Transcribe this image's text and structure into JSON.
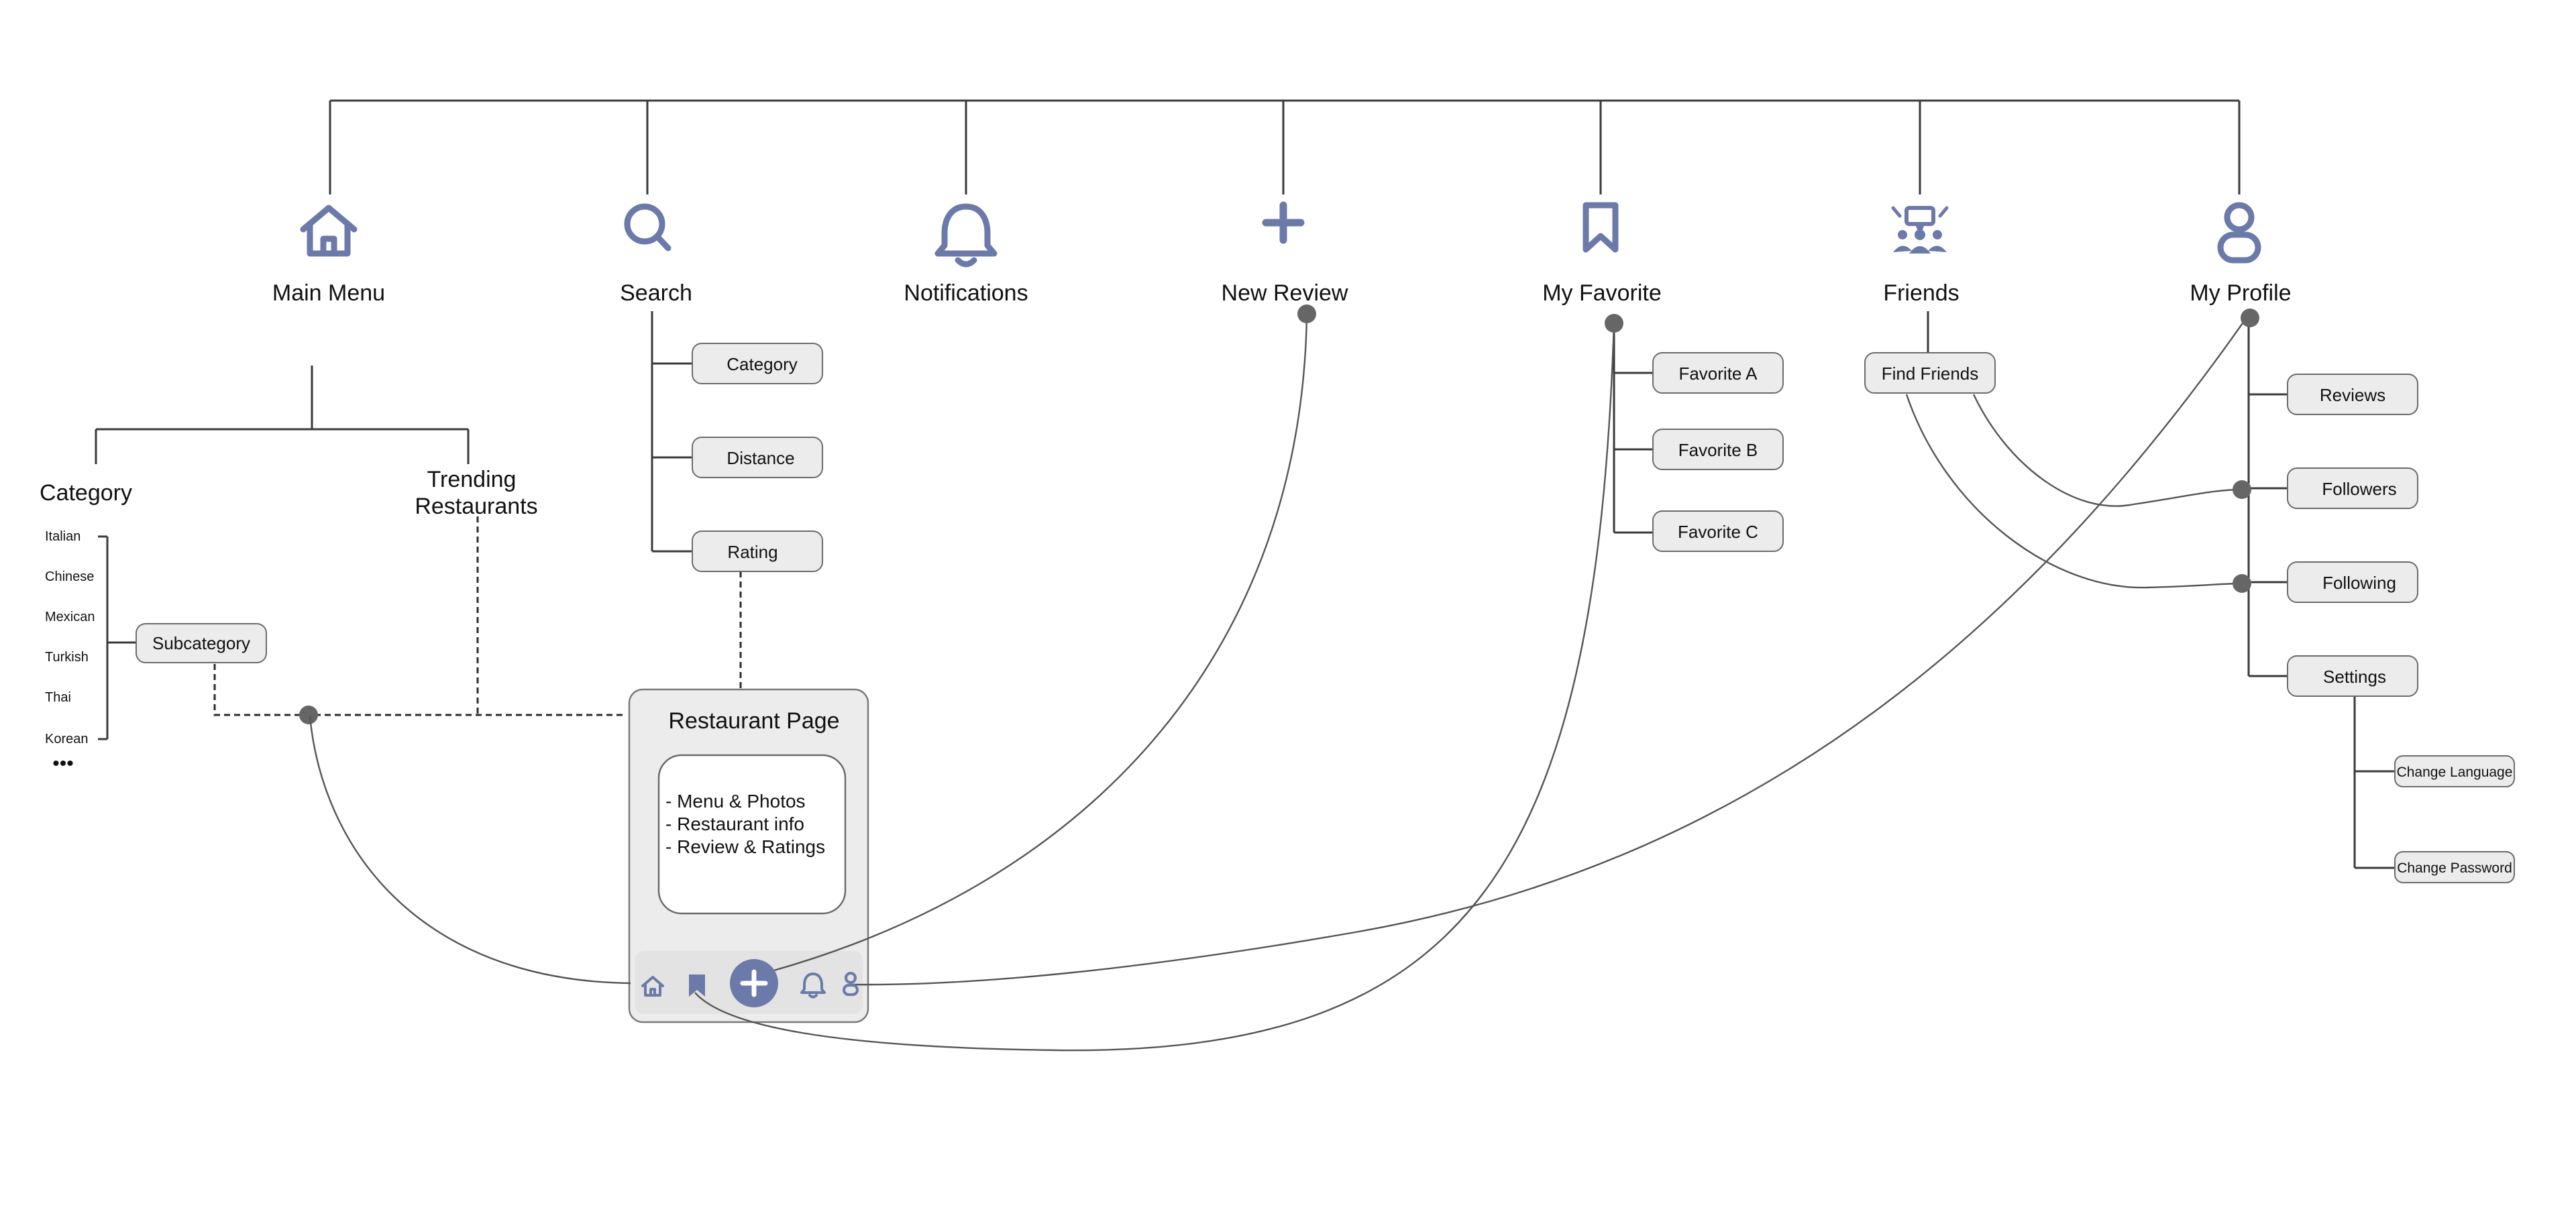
{
  "top_nodes": [
    {
      "label": "Main Menu",
      "icon": "house-icon"
    },
    {
      "label": "Search",
      "icon": "search-icon"
    },
    {
      "label": "Notifications",
      "icon": "bell-icon"
    },
    {
      "label": "New Review",
      "icon": "plus-icon"
    },
    {
      "label": "My Favorite",
      "icon": "bookmark-icon"
    },
    {
      "label": "Friends",
      "icon": "people-icon"
    },
    {
      "label": "My Profile",
      "icon": "user-icon"
    }
  ],
  "main_menu": {
    "category": {
      "title": "Category",
      "items": [
        "Italian",
        "Chinese",
        "Mexican",
        "Turkish",
        "Thai",
        "Korean"
      ],
      "more": "•••",
      "subcategory": "Subcategory"
    },
    "trending": {
      "line1": "Trending",
      "line2": "Restaurants"
    }
  },
  "search": {
    "options": [
      "Category",
      "Distance",
      "Rating"
    ]
  },
  "favorites": {
    "items": [
      "Favorite A",
      "Favorite B",
      "Favorite C"
    ]
  },
  "friends": {
    "find": "Find Friends"
  },
  "profile": {
    "items": [
      "Reviews",
      "Followers",
      "Following",
      "Settings"
    ],
    "settings_items": [
      "Change Language",
      "Change Password"
    ]
  },
  "restaurant_page": {
    "title": "Restaurant Page",
    "content": [
      "- Menu & Photos",
      "- Restaurant info",
      "- Review & Ratings"
    ],
    "tabbar": [
      "house-icon",
      "bookmark-icon",
      "plus-icon",
      "bell-icon",
      "user-icon"
    ]
  },
  "colors": {
    "icon": "#6b7aa8",
    "box_fill": "#ececec",
    "line": "#3a3a3a"
  }
}
